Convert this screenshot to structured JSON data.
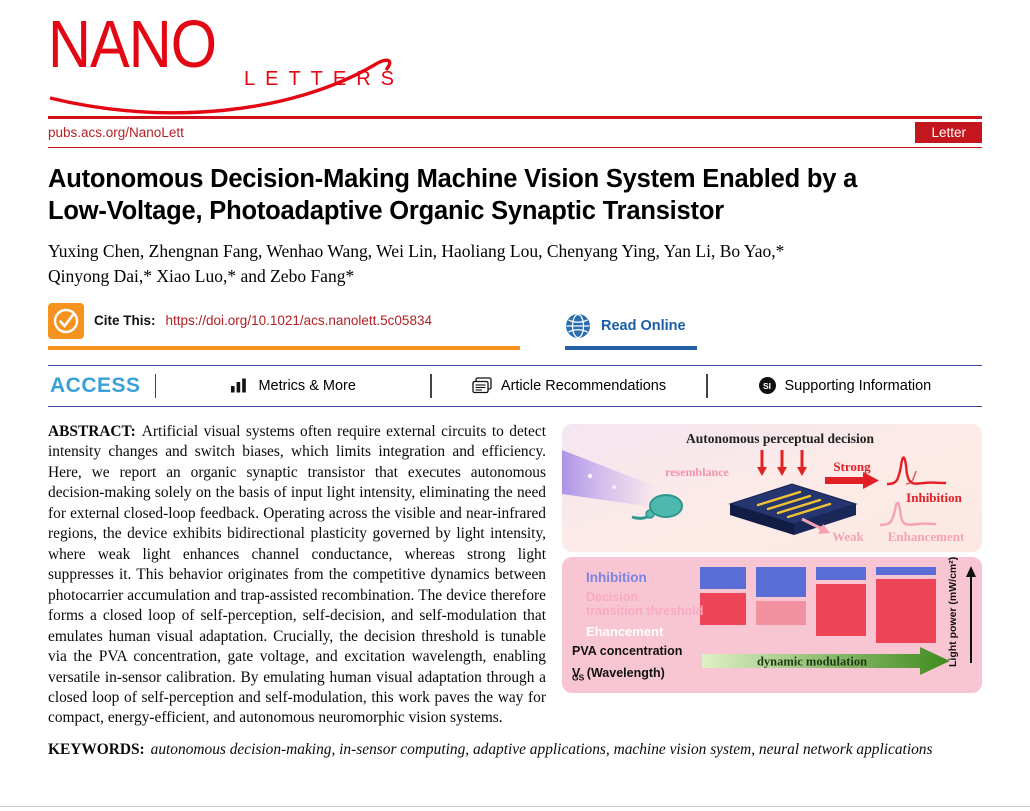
{
  "colors": {
    "acs_red": "#e30613",
    "badge_red": "#c3161f",
    "link_red": "#b42025",
    "cite_orange": "#f6921e",
    "read_online_blue": "#1a5da6",
    "access_blue": "#3aa0d8",
    "rule_blue": "#36459b",
    "figure_pink_bg": "#f8c6d3",
    "figure_blue_block": "#5a6cd6",
    "figure_red_block": "#ee4457",
    "figure_green_arrow": "#3f8a1e"
  },
  "header": {
    "logo_main": "NANO",
    "logo_sub": "LETTERS",
    "site_url": "pubs.acs.org/NanoLett",
    "badge": "Letter"
  },
  "article": {
    "title_line1": "Autonomous Decision-Making Machine Vision System Enabled by a",
    "title_line2": "Low-Voltage, Photoadaptive Organic Synaptic Transistor",
    "authors_line1": "Yuxing Chen, Zhengnan Fang, Wenhao Wang, Wei Lin, Haoliang Lou, Chenyang Ying, Yan Li, Bo Yao,*",
    "authors_line2": "Qinyong Dai,* Xiao Luo,* and Zebo Fang*"
  },
  "cite_bar": {
    "cite_label": "Cite This:",
    "doi": "https://doi.org/10.1021/acs.nanolett.5c05834",
    "read_online_label": "Read Online"
  },
  "access_bar": {
    "access_label": "ACCESS",
    "metrics_label": "Metrics & More",
    "recommendations_label": "Article Recommendations",
    "supporting_label": "Supporting Information",
    "si_badge": "SI"
  },
  "abstract": {
    "label": "ABSTRACT:",
    "text": "Artificial visual systems often require external circuits to detect intensity changes and switch biases, which limits integration and efficiency. Here, we report an organic synaptic transistor that executes autonomous decision-making solely on the basis of input light intensity, eliminating the need for external closed-loop feedback. Operating across the visible and near-infrared regions, the device exhibits bidirectional plasticity governed by light intensity, where weak light enhances channel conductance, whereas strong light suppresses it. This behavior originates from the competitive dynamics between photocarrier accumulation and trap-assisted recombination. The device therefore forms a closed loop of self-perception, self-decision, and self-modulation that emulates human visual adaptation. Crucially, the decision threshold is tunable via the PVA concentration, gate voltage, and excitation wavelength, enabling versatile in-sensor calibration. By emulating human visual adaptation through a closed loop of self-perception and self-modulation, this work paves the way for compact, energy-efficient, and autonomous neuromorphic vision systems."
  },
  "keywords": {
    "label": "KEYWORDS:",
    "text": "autonomous decision-making, in-sensor computing, adaptive applications, machine vision system, neural network applications"
  },
  "figure": {
    "top_panel": {
      "title": "Autonomous perceptual decision",
      "resemblance_label": "resemblance",
      "strong_label": "Strong",
      "inhibition_label": "Inhibition",
      "weak_label": "Weak",
      "enhancement_label": "Enhancement"
    },
    "bottom_panel": {
      "inhibition_label": "Inhibition",
      "threshold_line1": "Decision",
      "threshold_line2": "transition threshold",
      "enhancement_label": "Ehancement",
      "pva_label": "PVA concentration",
      "vgs_v": "V",
      "vgs_sub": "GS",
      "vgs_rest": "(Wavelength)",
      "dynamic_label": "dynamic modulation",
      "light_power_label": "Light power (mW/cm²)"
    }
  }
}
